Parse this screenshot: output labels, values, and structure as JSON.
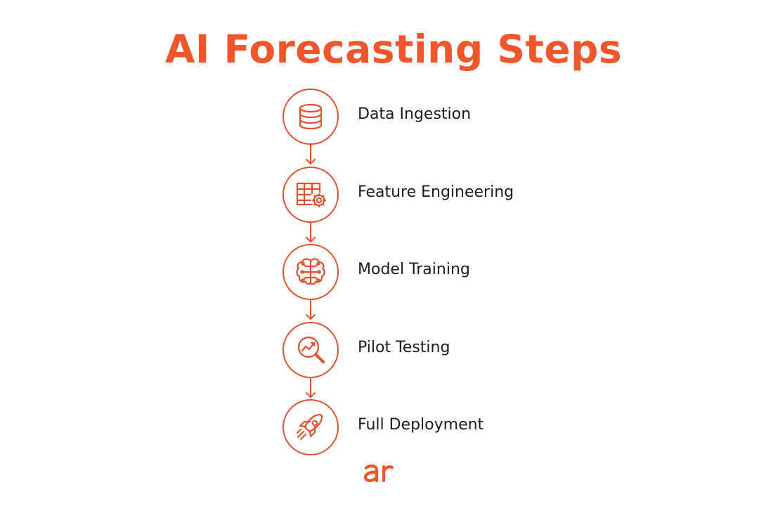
{
  "title": "AI Forecasting Steps",
  "accent_color": "#F0562B",
  "steps": [
    {
      "label": "Data Ingestion",
      "icon": "database-icon"
    },
    {
      "label": "Feature Engineering",
      "icon": "table-gear-icon"
    },
    {
      "label": "Model Training",
      "icon": "brain-circuit-icon"
    },
    {
      "label": "Pilot Testing",
      "icon": "magnifier-chart-icon"
    },
    {
      "label": "Full Deployment",
      "icon": "rocket-icon"
    }
  ],
  "logo": {
    "text": "ar"
  }
}
